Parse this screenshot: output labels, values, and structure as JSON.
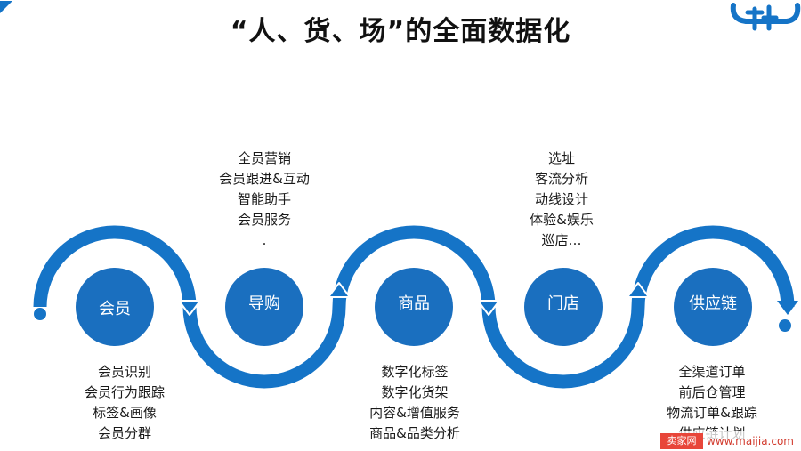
{
  "title": "“人、货、场”的全面数据化",
  "colors": {
    "flow": "#1574c7",
    "node": "#1a6fbf",
    "text": "#1a1a1a"
  },
  "nodes": [
    {
      "label": "会员"
    },
    {
      "label": "导购"
    },
    {
      "label": "商品"
    },
    {
      "label": "门店"
    },
    {
      "label": "供应链"
    }
  ],
  "groups": {
    "member": [
      "会员识别",
      "会员行为跟踪",
      "标签&画像",
      "会员分群"
    ],
    "guide": [
      "全员营销",
      "会员跟进&互动",
      "智能助手",
      "会员服务",
      "."
    ],
    "product": [
      "数字化标签",
      "数字化货架",
      "内容&增值服务",
      "商品&品类分析"
    ],
    "store": [
      "选址",
      "客流分析",
      "动线设计",
      "体验&娱乐",
      "巡店…"
    ],
    "supply": [
      "全渠道订单",
      "前后仓管理",
      "物流订单&跟踪",
      "供应链计划"
    ]
  },
  "watermark": {
    "badge": "卖家网",
    "url": "www.maijia.com"
  }
}
